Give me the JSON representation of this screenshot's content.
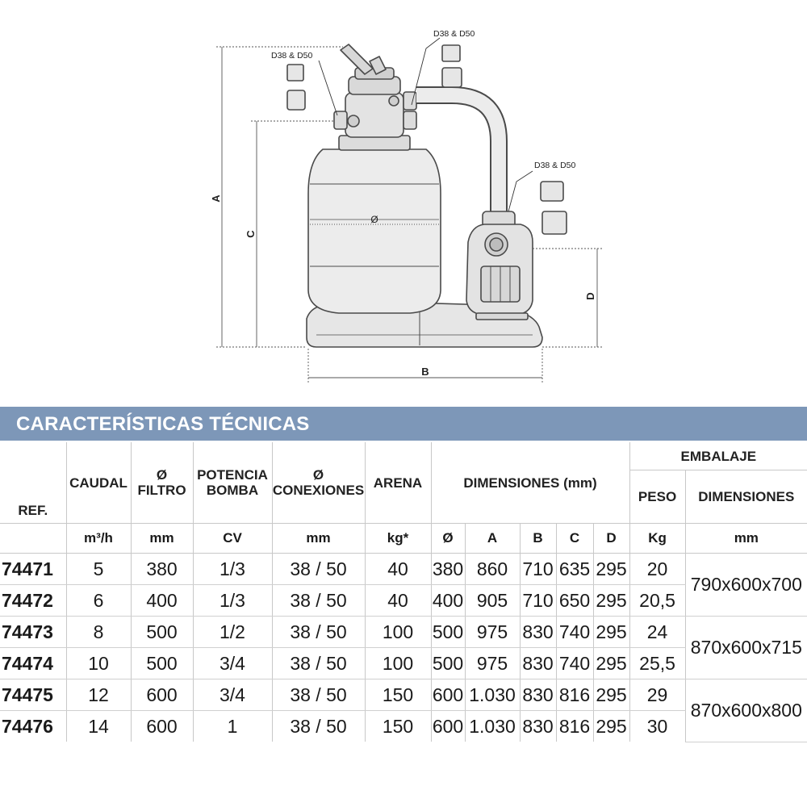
{
  "diagram": {
    "callouts": [
      "D38 & D50",
      "D38 & D50",
      "D38 & D50"
    ],
    "dimension_labels": {
      "a": "A",
      "b": "B",
      "c": "C",
      "d": "D",
      "diameter": "Ø"
    }
  },
  "section_title": "CARACTERÍSTICAS TÉCNICAS",
  "table": {
    "headers": {
      "ref": "REF.",
      "caudal": "CAUDAL",
      "filtro_1": "Ø",
      "filtro_2": "FILTRO",
      "potencia_1": "POTENCIA",
      "potencia_2": "BOMBA",
      "conexiones_1": "Ø",
      "conexiones_2": "CONEXIONES",
      "arena": "ARENA",
      "dimensiones": "DIMENSIONES (mm)",
      "embalaje": "EMBALAJE",
      "peso": "PESO",
      "emb_dimensiones": "DIMENSIONES"
    },
    "units": {
      "caudal": "m³/h",
      "filtro": "mm",
      "potencia": "CV",
      "conexiones": "mm",
      "arena": "kg*",
      "dim_diam": "Ø",
      "dim_a": "A",
      "dim_b": "B",
      "dim_c": "C",
      "dim_d": "D",
      "peso": "Kg",
      "emb_dim": "mm"
    },
    "rows": [
      {
        "ref": "74471",
        "caudal": "5",
        "filtro": "380",
        "potencia": "1/3",
        "conexiones": "38 / 50",
        "arena": "40",
        "diam": "380",
        "a": "860",
        "b": "710",
        "c": "635",
        "d": "295",
        "peso": "20"
      },
      {
        "ref": "74472",
        "caudal": "6",
        "filtro": "400",
        "potencia": "1/3",
        "conexiones": "38 / 50",
        "arena": "40",
        "diam": "400",
        "a": "905",
        "b": "710",
        "c": "650",
        "d": "295",
        "peso": "20,5"
      },
      {
        "ref": "74473",
        "caudal": "8",
        "filtro": "500",
        "potencia": "1/2",
        "conexiones": "38 / 50",
        "arena": "100",
        "diam": "500",
        "a": "975",
        "b": "830",
        "c": "740",
        "d": "295",
        "peso": "24"
      },
      {
        "ref": "74474",
        "caudal": "10",
        "filtro": "500",
        "potencia": "3/4",
        "conexiones": "38 / 50",
        "arena": "100",
        "diam": "500",
        "a": "975",
        "b": "830",
        "c": "740",
        "d": "295",
        "peso": "25,5"
      },
      {
        "ref": "74475",
        "caudal": "12",
        "filtro": "600",
        "potencia": "3/4",
        "conexiones": "38 / 50",
        "arena": "150",
        "diam": "600",
        "a": "1.030",
        "b": "830",
        "c": "816",
        "d": "295",
        "peso": "29"
      },
      {
        "ref": "74476",
        "caudal": "14",
        "filtro": "600",
        "potencia": "1",
        "conexiones": "38 / 50",
        "arena": "150",
        "diam": "600",
        "a": "1.030",
        "b": "830",
        "c": "816",
        "d": "295",
        "peso": "30"
      }
    ],
    "packaging_dims": [
      "790x600x700",
      "870x600x715",
      "870x600x800"
    ]
  },
  "colors": {
    "title_bar": "#7d97b8",
    "line": "#4a4a4a",
    "body_fill": "#e9e9e9"
  }
}
